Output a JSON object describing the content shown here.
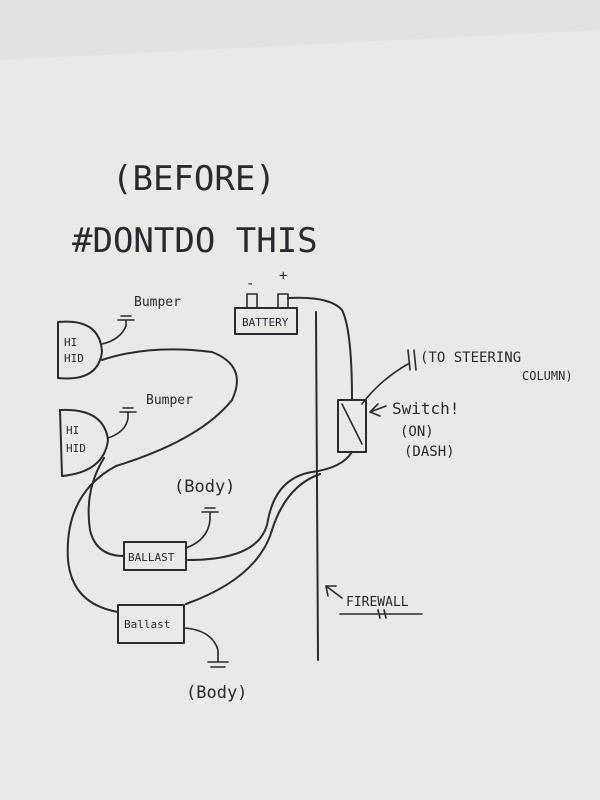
{
  "heading": {
    "before": "(BEFORE)",
    "hashtag": "#DONTDO THIS"
  },
  "components": {
    "battery": {
      "label": "BATTERY",
      "neg": "-",
      "pos": "+"
    },
    "lamp_top": {
      "line1": "HI",
      "line2": "HID"
    },
    "lamp_bottom": {
      "line1": "HI",
      "line2": "HID"
    },
    "bumper_top": "Bumper",
    "bumper_bottom": "Bumper",
    "ballast_top": "BALLAST",
    "ballast_bottom": "Ballast",
    "body_top": "(Body)",
    "body_bottom": "(Body)",
    "switch": {
      "label": "Switch!",
      "on": "(ON)",
      "dash": "(DASH)"
    },
    "steering": {
      "line1": "(TO STEERING",
      "line2": "COLUMN)"
    },
    "firewall": "FIREWALL"
  },
  "colors": {
    "paper": "#eeeeec",
    "ink": "#2b2b30",
    "background": "#3a3835"
  }
}
